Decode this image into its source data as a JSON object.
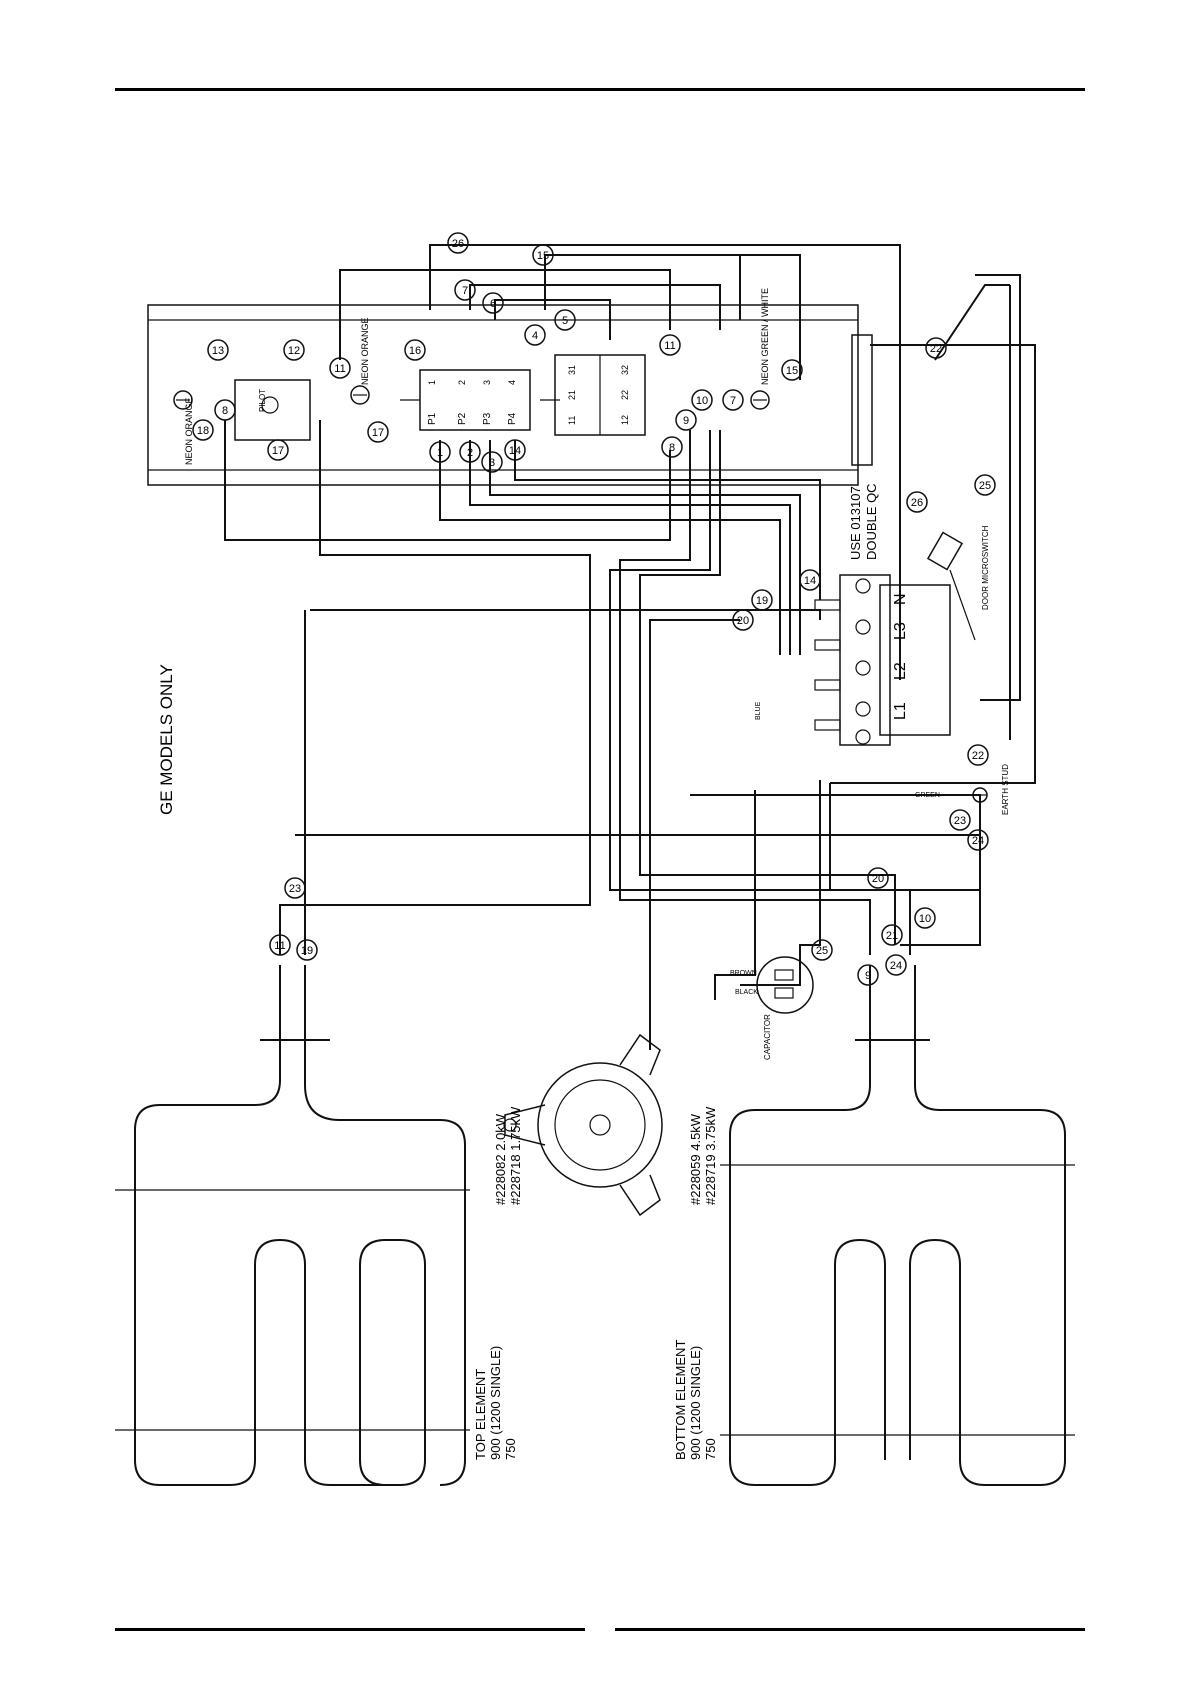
{
  "labels": {
    "ge_models": "GE MODELS ONLY",
    "neon_orange_1": "NEON ORANGE",
    "neon_orange_2": "NEON ORANGE",
    "neon_green_white": "NEON GREEN / WHITE",
    "use_qc_line1": "USE 013107",
    "use_qc_line2": "DOUBLE QC",
    "door_microswitch": "DOOR MICROSWITCH",
    "earth_stud": "EARTH STUD",
    "green": "GREEN",
    "blue": "BLUE",
    "brown": "BROWN",
    "black": "BLACK",
    "capacitor": "CAPACITOR",
    "pilot": "PILOT",
    "top_element_line1": "TOP ELEMENT",
    "top_element_line2": "900 (1200 SINGLE)",
    "top_element_line3": "750",
    "top_part_1": "#228082 2.0kW",
    "top_part_2": "#228718 1.75kW",
    "bottom_element_line1": "BOTTOM ELEMENT",
    "bottom_element_line2": "900 (1200 SINGLE)",
    "bottom_element_line3": "750",
    "bottom_part_1": "#228059 4.5kW",
    "bottom_part_2": "#228719 3.75kW",
    "terminal_L1": "L1",
    "terminal_L2": "L2",
    "terminal_L3": "L3",
    "terminal_N": "N"
  },
  "wire_numbers": [
    "1",
    "2",
    "3",
    "4",
    "5",
    "6",
    "7",
    "8",
    "9",
    "10",
    "11",
    "12",
    "13",
    "14",
    "15",
    "16",
    "17",
    "18",
    "19",
    "20",
    "21",
    "22",
    "23",
    "24",
    "25",
    "26"
  ],
  "switch_pole_labels": [
    "P1",
    "P2",
    "P3",
    "P4"
  ],
  "switch_contact_labels": [
    "1",
    "2",
    "3",
    "4"
  ],
  "relay_contact_labels": [
    "11",
    "21",
    "31",
    "12",
    "22",
    "32"
  ]
}
